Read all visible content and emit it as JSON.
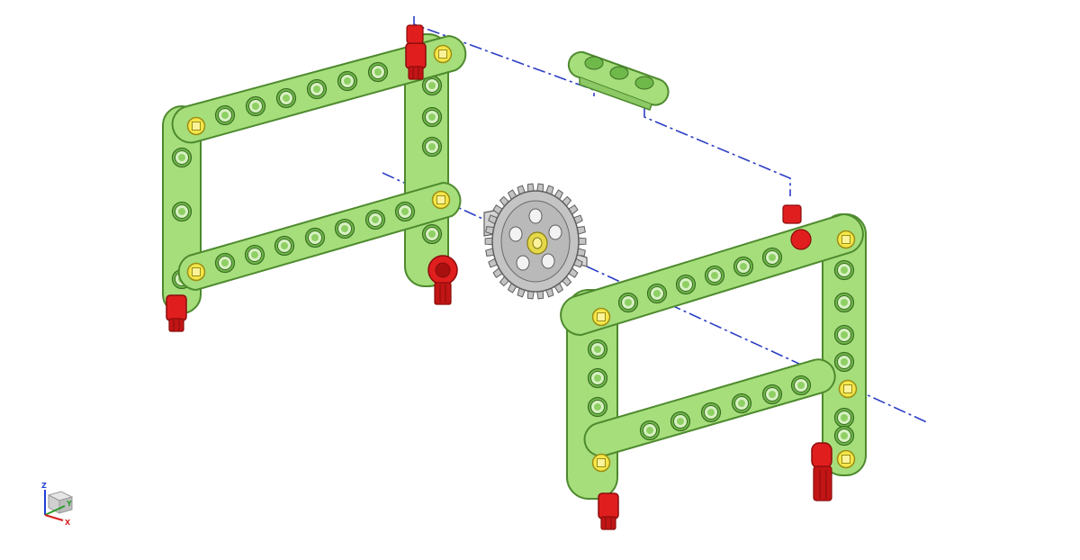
{
  "scene": {
    "background": "#ffffff",
    "colors": {
      "beam_fill": "#a6de7c",
      "beam_stroke": "#4e8a2e",
      "beam_hole": "#6fb84a",
      "connector_fill": "#e01e1e",
      "connector_stroke": "#8a0c0c",
      "bushing_fill": "#f4e64a",
      "bushing_stroke": "#9c8e12",
      "gear_fill": "#c4c4c4",
      "gear_stroke": "#5e5e5e",
      "axle_fill": "#d2d2d2",
      "construction_line": "#2b3ec4"
    },
    "parts": [
      {
        "name": "left-frame",
        "type": "beam-frame"
      },
      {
        "name": "right-frame",
        "type": "beam-frame"
      },
      {
        "name": "gear",
        "type": "gear-40-tooth"
      },
      {
        "name": "axle",
        "type": "axle"
      },
      {
        "name": "small-beam",
        "type": "beam-3-hole"
      },
      {
        "name": "connector-pegs",
        "type": "red-connectors"
      },
      {
        "name": "bushings",
        "type": "yellow-bushings"
      }
    ]
  },
  "triad": {
    "axes": [
      {
        "label": "Z",
        "color": "#1f3fd6"
      },
      {
        "label": "Y",
        "color": "#2a9d2a"
      },
      {
        "label": "X",
        "color": "#d61f1f"
      }
    ],
    "cube_color": "#c8c8c8"
  }
}
